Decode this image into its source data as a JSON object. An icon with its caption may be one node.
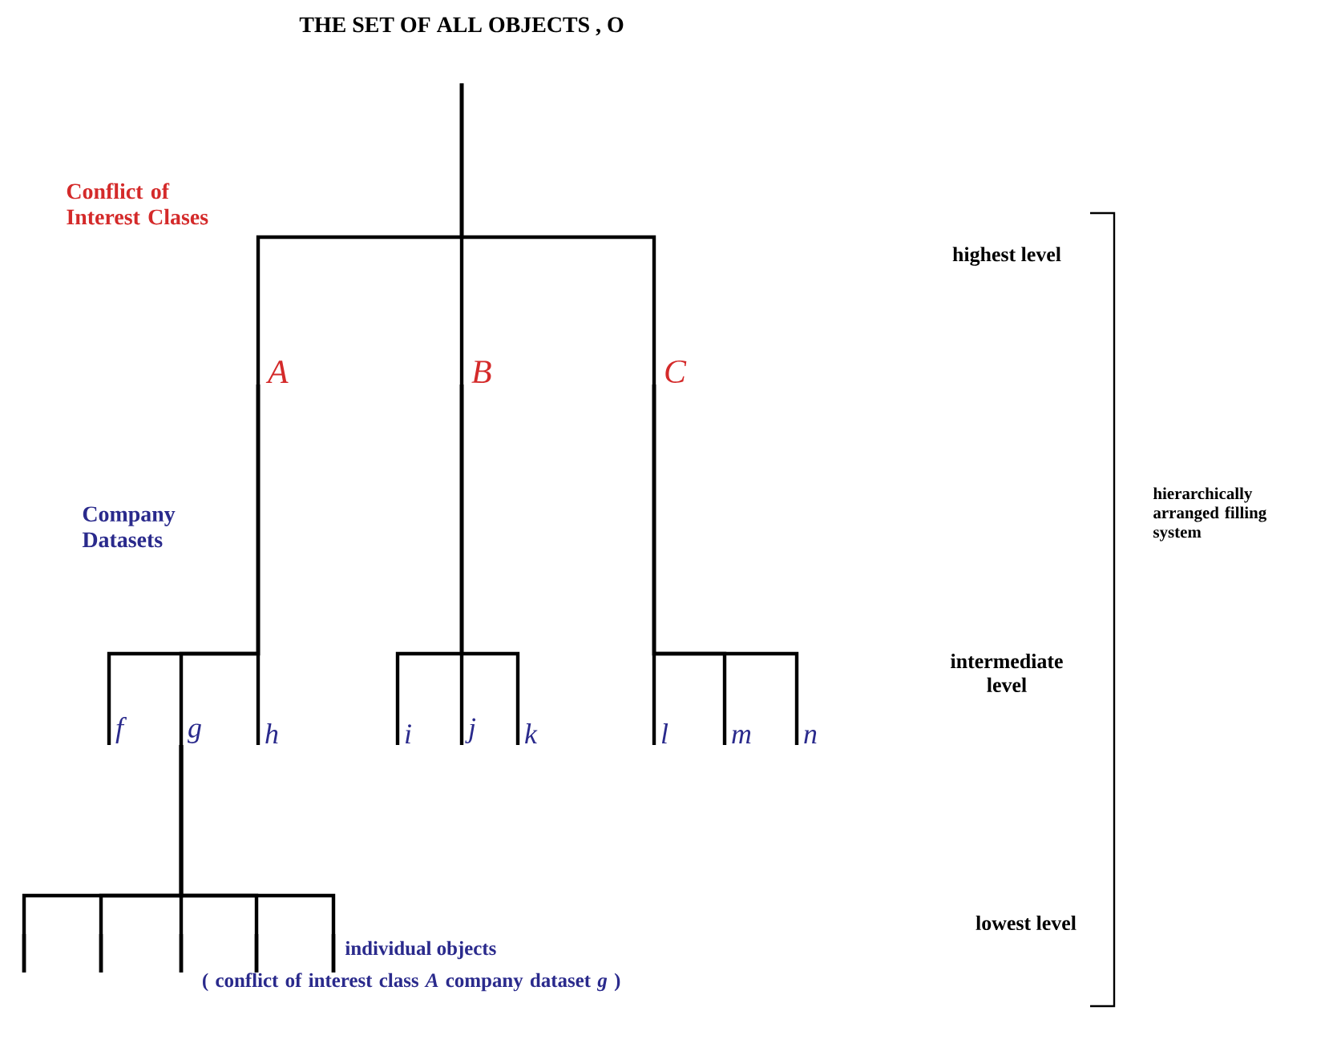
{
  "diagram": {
    "nodes": [
      {
        "text": [
          "THE SET OF ALL OBJECTS , O"
        ]
      },
      {
        "text": [
          "A"
        ]
      },
      {
        "text": [
          "B"
        ]
      },
      {
        "text": [
          "C"
        ]
      },
      {
        "text": [
          "f"
        ]
      },
      {
        "text": [
          "g"
        ]
      },
      {
        "text": [
          "h"
        ]
      },
      {
        "text": [
          "i"
        ]
      },
      {
        "text": [
          "j"
        ]
      },
      {
        "text": [
          "k"
        ]
      },
      {
        "text": [
          "l"
        ]
      },
      {
        "text": [
          "m"
        ]
      },
      {
        "text": [
          "n"
        ]
      },
      {
        "text": [],
        "shape": "bar"
      },
      {
        "text": [],
        "shape": "bar"
      },
      {
        "text": [],
        "shape": "bar"
      },
      {
        "text": [],
        "shape": "bar"
      },
      {
        "text": [],
        "shape": "bar"
      }
    ],
    "edges": [
      {
        "from": 0,
        "to": 1,
        "arrow": "none"
      },
      {
        "from": 0,
        "to": 2,
        "arrow": "none"
      },
      {
        "from": 0,
        "to": 3,
        "arrow": "none"
      },
      {
        "from": 1,
        "to": 4,
        "arrow": "none"
      },
      {
        "from": 1,
        "to": 5,
        "arrow": "none"
      },
      {
        "from": 1,
        "to": 6,
        "arrow": "none"
      },
      {
        "from": 2,
        "to": 7,
        "arrow": "none"
      },
      {
        "from": 2,
        "to": 8,
        "arrow": "none"
      },
      {
        "from": 2,
        "to": 9,
        "arrow": "none"
      },
      {
        "from": 3,
        "to": 10,
        "arrow": "none"
      },
      {
        "from": 3,
        "to": 11,
        "arrow": "none"
      },
      {
        "from": 3,
        "to": 12,
        "arrow": "none"
      },
      {
        "from": 5,
        "to": 13,
        "arrow": "none"
      },
      {
        "from": 5,
        "to": 14,
        "arrow": "none"
      },
      {
        "from": 5,
        "to": 15,
        "arrow": "none"
      },
      {
        "from": 5,
        "to": 16,
        "arrow": "none"
      },
      {
        "from": 5,
        "to": 17,
        "arrow": "none"
      }
    ],
    "labels": [
      "Conflict of Interest Clases",
      "highest level",
      "hierarchically arranged filling system",
      "Company Datasets",
      "intermediate level",
      "individual objects",
      "lowest level",
      "( conflict of interest class *A* company dataset *g* )"
    ]
  }
}
